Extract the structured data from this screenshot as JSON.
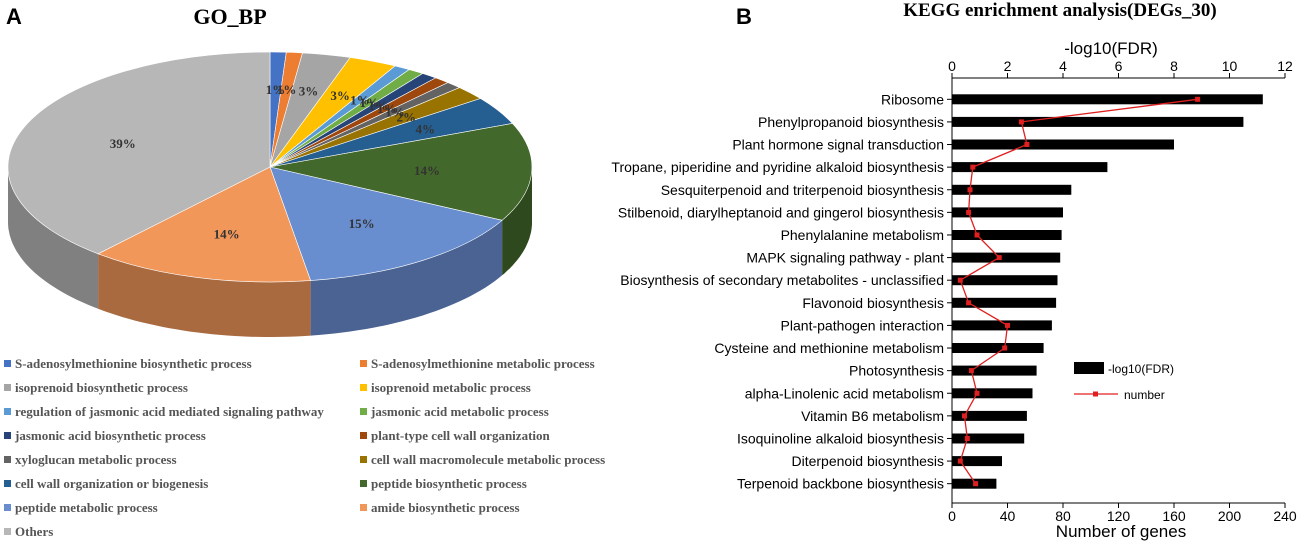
{
  "panels": {
    "a_letter": "A",
    "b_letter": "B"
  },
  "chart_data": [
    {
      "type": "pie",
      "title": "GO_BP",
      "slices": [
        {
          "label": "S-adenosylmethionine biosynthetic process",
          "value": 1,
          "display": "1%",
          "color": "#4472C4"
        },
        {
          "label": "S-adenosylmethionine metabolic process",
          "value": 1,
          "display": "1%",
          "color": "#ED7D31"
        },
        {
          "label": "isoprenoid biosynthetic process",
          "value": 3,
          "display": "3%",
          "color": "#A5A5A5"
        },
        {
          "label": "isoprenoid metabolic process",
          "value": 3,
          "display": "3%",
          "color": "#FFC000"
        },
        {
          "label": "regulation of jasmonic acid mediated signaling pathway",
          "value": 1,
          "display": "1%",
          "color": "#5B9BD5"
        },
        {
          "label": "jasmonic acid metabolic process",
          "value": 1,
          "display": "1%",
          "color": "#70AD47"
        },
        {
          "label": "jasmonic acid biosynthetic process",
          "value": 1,
          "display": "1%",
          "color": "#264478"
        },
        {
          "label": "plant-type cell wall organization",
          "value": 1,
          "display": "1%",
          "color": "#9E480E"
        },
        {
          "label": "xyloglucan metabolic process",
          "value": 1,
          "display": "1%",
          "color": "#636363"
        },
        {
          "label": "cell wall macromolecule metabolic process",
          "value": 2,
          "display": "2%",
          "color": "#997300"
        },
        {
          "label": "cell wall organization or biogenesis",
          "value": 4,
          "display": "4%",
          "color": "#255E91"
        },
        {
          "label": "peptide biosynthetic process",
          "value": 14,
          "display": "14%",
          "color": "#43682B"
        },
        {
          "label": "peptide metabolic process",
          "value": 15,
          "display": "15%",
          "color": "#698ED0"
        },
        {
          "label": "amide biosynthetic process",
          "value": 14,
          "display": "14%",
          "color": "#F1975A"
        },
        {
          "label": "Others",
          "value": 39,
          "display": "39%",
          "color": "#B7B7B7"
        }
      ]
    },
    {
      "type": "bar",
      "orientation": "horizontal",
      "title": "KEGG enrichment analysis(DEGs_30)",
      "top_axis_label": "-log10(FDR)",
      "bottom_axis_label": "Number of genes",
      "top_axis_range": [
        0,
        12
      ],
      "top_axis_ticks": [
        0,
        2,
        4,
        6,
        8,
        10,
        12
      ],
      "bottom_axis_range": [
        0,
        240
      ],
      "bottom_axis_ticks": [
        0,
        40,
        80,
        120,
        160,
        200,
        240
      ],
      "categories": [
        "Ribosome",
        "Phenylpropanoid biosynthesis",
        "Plant hormone signal transduction",
        "Tropane, piperidine and pyridine alkaloid biosynthesis",
        "Sesquiterpenoid and triterpenoid biosynthesis",
        "Stilbenoid, diarylheptanoid and gingerol biosynthesis",
        "Phenylalanine metabolism",
        "MAPK signaling pathway - plant",
        "Biosynthesis of secondary metabolites - unclassified",
        "Flavonoid biosynthesis",
        "Plant-pathogen interaction",
        "Cysteine and methionine metabolism",
        "Photosynthesis",
        "alpha-Linolenic acid metabolism",
        "Vitamin B6 metabolism",
        "Isoquinoline alkaloid biosynthesis",
        "Diterpenoid biosynthesis",
        "Terpenoid backbone biosynthesis"
      ],
      "series": [
        {
          "name": "-log10(FDR)",
          "kind": "bar",
          "axis": "top",
          "color": "#000000",
          "values": [
            11.2,
            10.5,
            8.0,
            5.6,
            4.3,
            4.0,
            3.95,
            3.9,
            3.8,
            3.75,
            3.6,
            3.3,
            3.05,
            2.9,
            2.7,
            2.6,
            1.8,
            1.6
          ]
        },
        {
          "name": "number",
          "kind": "line",
          "axis": "bottom",
          "color": "#E02020",
          "values": [
            177,
            50,
            54,
            15,
            13,
            12,
            18,
            34,
            6,
            12,
            40,
            38,
            14,
            18,
            9,
            11,
            6,
            17
          ]
        }
      ]
    }
  ]
}
